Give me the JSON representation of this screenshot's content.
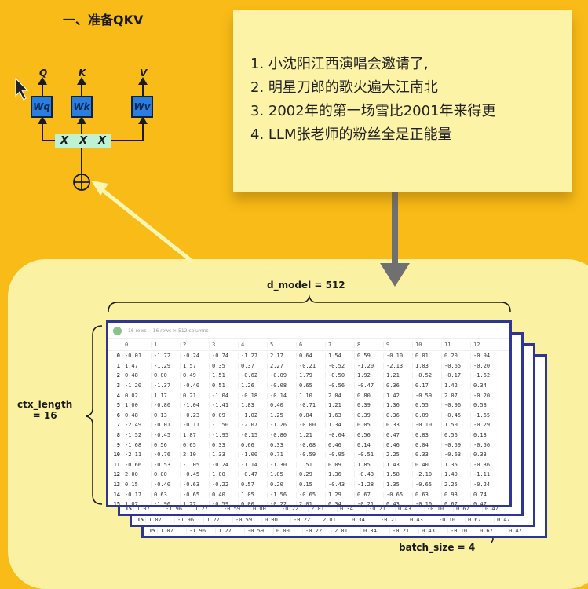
{
  "title": "一、准备QKV",
  "diagram": {
    "outputs": [
      "Q",
      "K",
      "V"
    ],
    "weights": [
      "Wq",
      "Wk",
      "Wv"
    ],
    "inputs": [
      "X",
      "X",
      "X"
    ]
  },
  "note": {
    "lines": [
      "1. 小沈阳江西演唱会邀请了,",
      "2. 明星刀郎的歌火遍大江南北",
      "3. 2002年的第一场雪比2001年来得更",
      "4. LLM张老师的粉丝全是正能量"
    ]
  },
  "labels": {
    "d_model": "d_model = 512",
    "ctx_length": "ctx_length\n= 16",
    "batch_size": "batch_size = 4"
  },
  "table": {
    "rows_select": "16 rows",
    "shape": "16 rows × 512 columns",
    "columns": [
      "0",
      "1",
      "2",
      "3",
      "4",
      "5",
      "6",
      "7",
      "8",
      "9",
      "10",
      "11",
      "12"
    ],
    "rows": [
      [
        "-0.01",
        "-1.72",
        "-0.24",
        "-0.74",
        "-1.27",
        "2.17",
        "0.64",
        "1.54",
        "0.59",
        "-0.10",
        "0.01",
        "0.20",
        "-0.94"
      ],
      [
        "1.47",
        "-1.29",
        "1.57",
        "0.35",
        "0.37",
        "2.27",
        "-0.21",
        "-0.52",
        "-1.20",
        "-2.13",
        "1.03",
        "-0.65",
        "-0.20"
      ],
      [
        "0.48",
        "0.00",
        "0.49",
        "1.51",
        "-0.62",
        "-0.09",
        "1.79",
        "-0.50",
        "1.92",
        "1.21",
        "-0.52",
        "-0.17",
        "-1.62"
      ],
      [
        "-1.20",
        "-1.37",
        "-0.40",
        "0.51",
        "1.26",
        "-0.08",
        "0.65",
        "-0.56",
        "-0.47",
        "0.36",
        "0.17",
        "1.42",
        "0.34"
      ],
      [
        "0.02",
        "1.17",
        "0.21",
        "-1.04",
        "-0.18",
        "-0.14",
        "1.10",
        "2.04",
        "0.80",
        "1.42",
        "-0.59",
        "2.07",
        "-0.20"
      ],
      [
        "1.00",
        "-0.80",
        "-1.04",
        "-1.41",
        "1.83",
        "0.40",
        "-0.71",
        "1.21",
        "0.39",
        "1.36",
        "0.55",
        "-0.96",
        "0.53"
      ],
      [
        "0.48",
        "0.13",
        "-0.23",
        "0.09",
        "-1.02",
        "1.25",
        "0.84",
        "1.63",
        "0.39",
        "0.36",
        "0.09",
        "-0.45",
        "-1.65"
      ],
      [
        "-2.49",
        "-0.01",
        "-0.11",
        "-1.50",
        "-2.07",
        "-1.26",
        "-0.00",
        "1.34",
        "0.05",
        "0.33",
        "-0.10",
        "1.50",
        "-0.29"
      ],
      [
        "-1.52",
        "-0.45",
        "1.87",
        "-1.95",
        "-0.15",
        "-0.80",
        "1.21",
        "-0.64",
        "0.56",
        "0.47",
        "0.83",
        "0.56",
        "0.13"
      ],
      [
        "-1.68",
        "0.56",
        "0.65",
        "0.33",
        "0.66",
        "0.33",
        "-0.68",
        "0.46",
        "0.14",
        "0.46",
        "0.04",
        "-0.59",
        "-0.56"
      ],
      [
        "-2.11",
        "-0.76",
        "2.10",
        "1.33",
        "-1.00",
        "0.71",
        "-0.59",
        "-0.95",
        "-0.51",
        "2.25",
        "0.33",
        "-0.63",
        "0.33"
      ],
      [
        "-0.66",
        "-0.53",
        "-1.05",
        "-0.24",
        "-1.14",
        "-1.30",
        "1.51",
        "0.09",
        "1.85",
        "1.43",
        "0.40",
        "1.35",
        "-0.36"
      ],
      [
        "2.00",
        "0.00",
        "-0.45",
        "1.00",
        "-0.47",
        "1.05",
        "0.29",
        "1.36",
        "-0.43",
        "1.58",
        "-2.10",
        "1.49",
        "-1.11"
      ],
      [
        "0.15",
        "-0.40",
        "-0.63",
        "-0.22",
        "0.57",
        "0.20",
        "0.15",
        "-0.43",
        "-1.28",
        "1.35",
        "-0.65",
        "2.25",
        "-0.24"
      ],
      [
        "-0.17",
        "0.63",
        "-0.65",
        "0.40",
        "1.05",
        "-1.56",
        "-0.65",
        "1.29",
        "0.67",
        "-0.65",
        "0.63",
        "0.93",
        "0.74"
      ],
      [
        "1.07",
        "-1.96",
        "1.27",
        "-0.59",
        "0.00",
        "-0.22",
        "2.01",
        "0.34",
        "-0.21",
        "0.43",
        "-0.10",
        "0.67",
        "0.47"
      ]
    ]
  },
  "colors": {
    "background": "#F8BB17",
    "panel": "#FBF1A2",
    "note": "#FCF3A7",
    "weight_box": "#2B7DE0",
    "table_border": "#2F3594"
  }
}
